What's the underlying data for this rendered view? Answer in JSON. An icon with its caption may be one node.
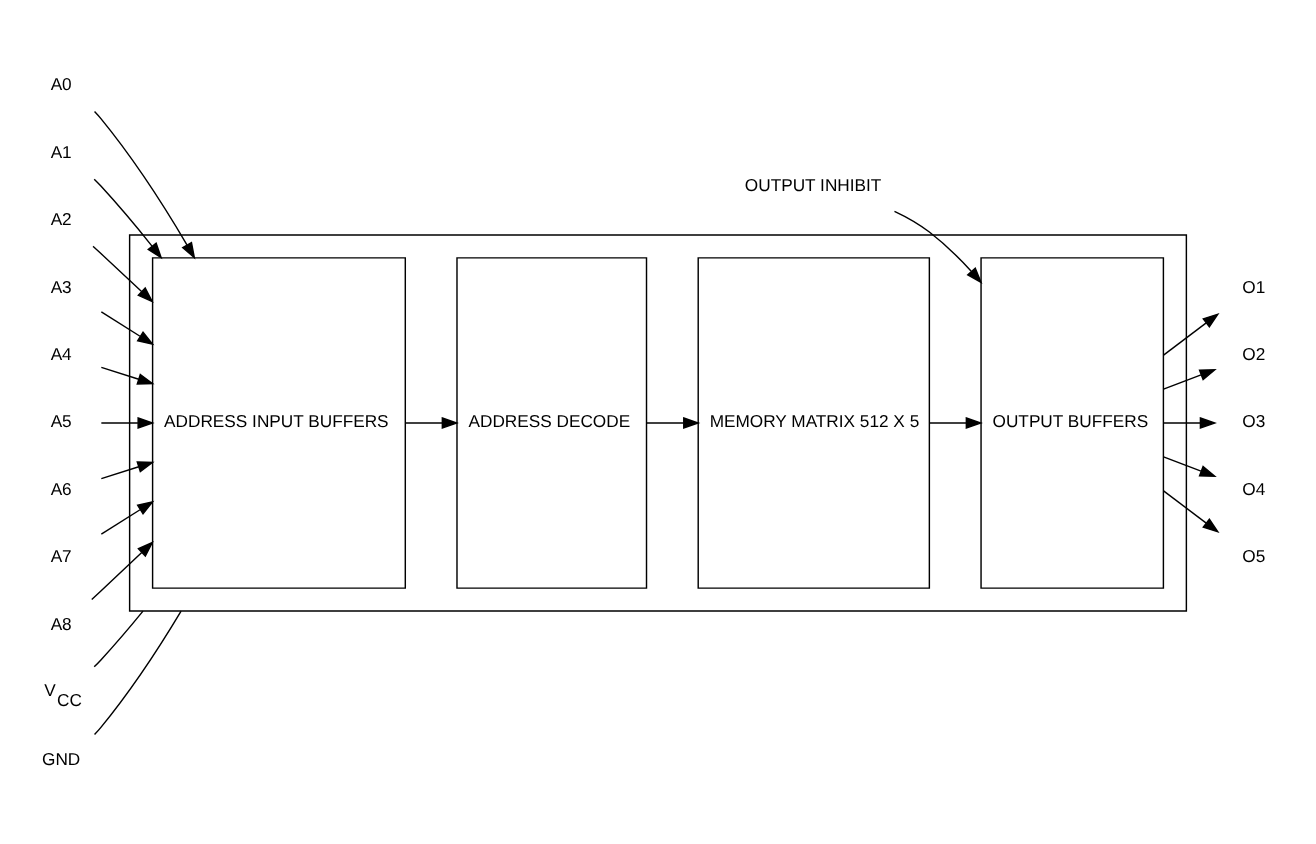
{
  "diagram": {
    "nodes": [
      {
        "text": [],
        "shape": "box"
      },
      {
        "text": [
          "ADDRESS INPUT BUFFERS"
        ],
        "in": 0
      },
      {
        "text": [
          "ADDRESS DECODE"
        ],
        "in": 0
      },
      {
        "text": [
          "MEMORY MATRIX 512 X 5"
        ],
        "in": 0
      },
      {
        "text": [
          "OUTPUT BUFFERS"
        ],
        "in": 0
      },
      {
        "text": [
          "A0"
        ]
      },
      {
        "text": [
          "A1"
        ]
      },
      {
        "text": [
          "A2"
        ]
      },
      {
        "text": [
          "A3"
        ]
      },
      {
        "text": [
          "A4"
        ]
      },
      {
        "text": [
          "A5"
        ]
      },
      {
        "text": [
          "A6"
        ]
      },
      {
        "text": [
          "A7"
        ]
      },
      {
        "text": [
          "A8"
        ]
      },
      {
        "text": [
          "O1"
        ]
      },
      {
        "text": [
          "O2"
        ]
      },
      {
        "text": [
          "O3"
        ]
      },
      {
        "text": [
          "O4"
        ]
      },
      {
        "text": [
          "O5"
        ]
      },
      {
        "text": [
          "V$_{CC}$"
        ]
      },
      {
        "text": [
          "GND"
        ]
      },
      {
        "text": [
          "OUTPUT INHIBIT"
        ]
      }
    ],
    "edges": [
      {
        "from": 5,
        "to": 1,
        "arrow": "to"
      },
      {
        "from": 6,
        "to": 1,
        "arrow": "to"
      },
      {
        "from": 7,
        "to": 1,
        "arrow": "to"
      },
      {
        "from": 8,
        "to": 1,
        "arrow": "to"
      },
      {
        "from": 9,
        "to": 1,
        "arrow": "to"
      },
      {
        "from": 10,
        "to": 1,
        "arrow": "to"
      },
      {
        "from": 11,
        "to": 1,
        "arrow": "to"
      },
      {
        "from": 12,
        "to": 1,
        "arrow": "to"
      },
      {
        "from": 13,
        "to": 1,
        "arrow": "to"
      },
      {
        "from": 1,
        "to": 2,
        "arrow": "to"
      },
      {
        "from": 2,
        "to": 3,
        "arrow": "to"
      },
      {
        "from": 3,
        "to": 4,
        "arrow": "to"
      },
      {
        "from": 4,
        "to": 14,
        "arrow": "to"
      },
      {
        "from": 4,
        "to": 15,
        "arrow": "to"
      },
      {
        "from": 4,
        "to": 16,
        "arrow": "to"
      },
      {
        "from": 4,
        "to": 17,
        "arrow": "to"
      },
      {
        "from": 4,
        "to": 18,
        "arrow": "to"
      },
      {
        "from": 19,
        "to": 0,
        "arrow": "none"
      },
      {
        "from": 20,
        "to": 0,
        "arrow": "none"
      },
      {
        "from": 21,
        "to": 4,
        "arrow": "to"
      }
    ]
  }
}
